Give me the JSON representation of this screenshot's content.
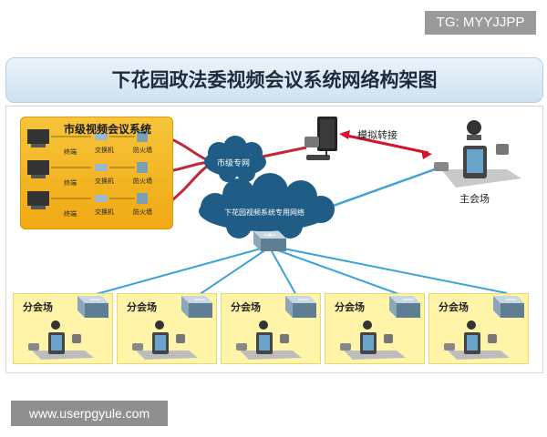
{
  "badge": {
    "text": "TG: MYYJJPP"
  },
  "title": "下花园政法委视频会议系统网络构架图",
  "city_system": {
    "title": "市级视频会议系统",
    "rows": [
      {
        "terminal": "终端",
        "switch": "交换机",
        "firewall": "防火墙"
      },
      {
        "terminal": "终端",
        "switch": "交换机",
        "firewall": "防火墙"
      },
      {
        "terminal": "终端",
        "switch": "交换机",
        "firewall": "防火墙"
      }
    ]
  },
  "clouds": {
    "city_private": "市级专网",
    "district_private": "下花园视频系统专用网络"
  },
  "analog_link": "模拟转接",
  "main_venue": "主会场",
  "branches": [
    "分会场",
    "分会场",
    "分会场",
    "分会场",
    "分会场"
  ],
  "colors": {
    "title_bg": "#d6e6f4",
    "city_box": "#f4b424",
    "branch_box": "#fff4a8",
    "cloud": "#1f5d86",
    "link_red": "#c0283a",
    "link_blue": "#3ba3d8"
  },
  "watermark": "www.userpgyule.com"
}
